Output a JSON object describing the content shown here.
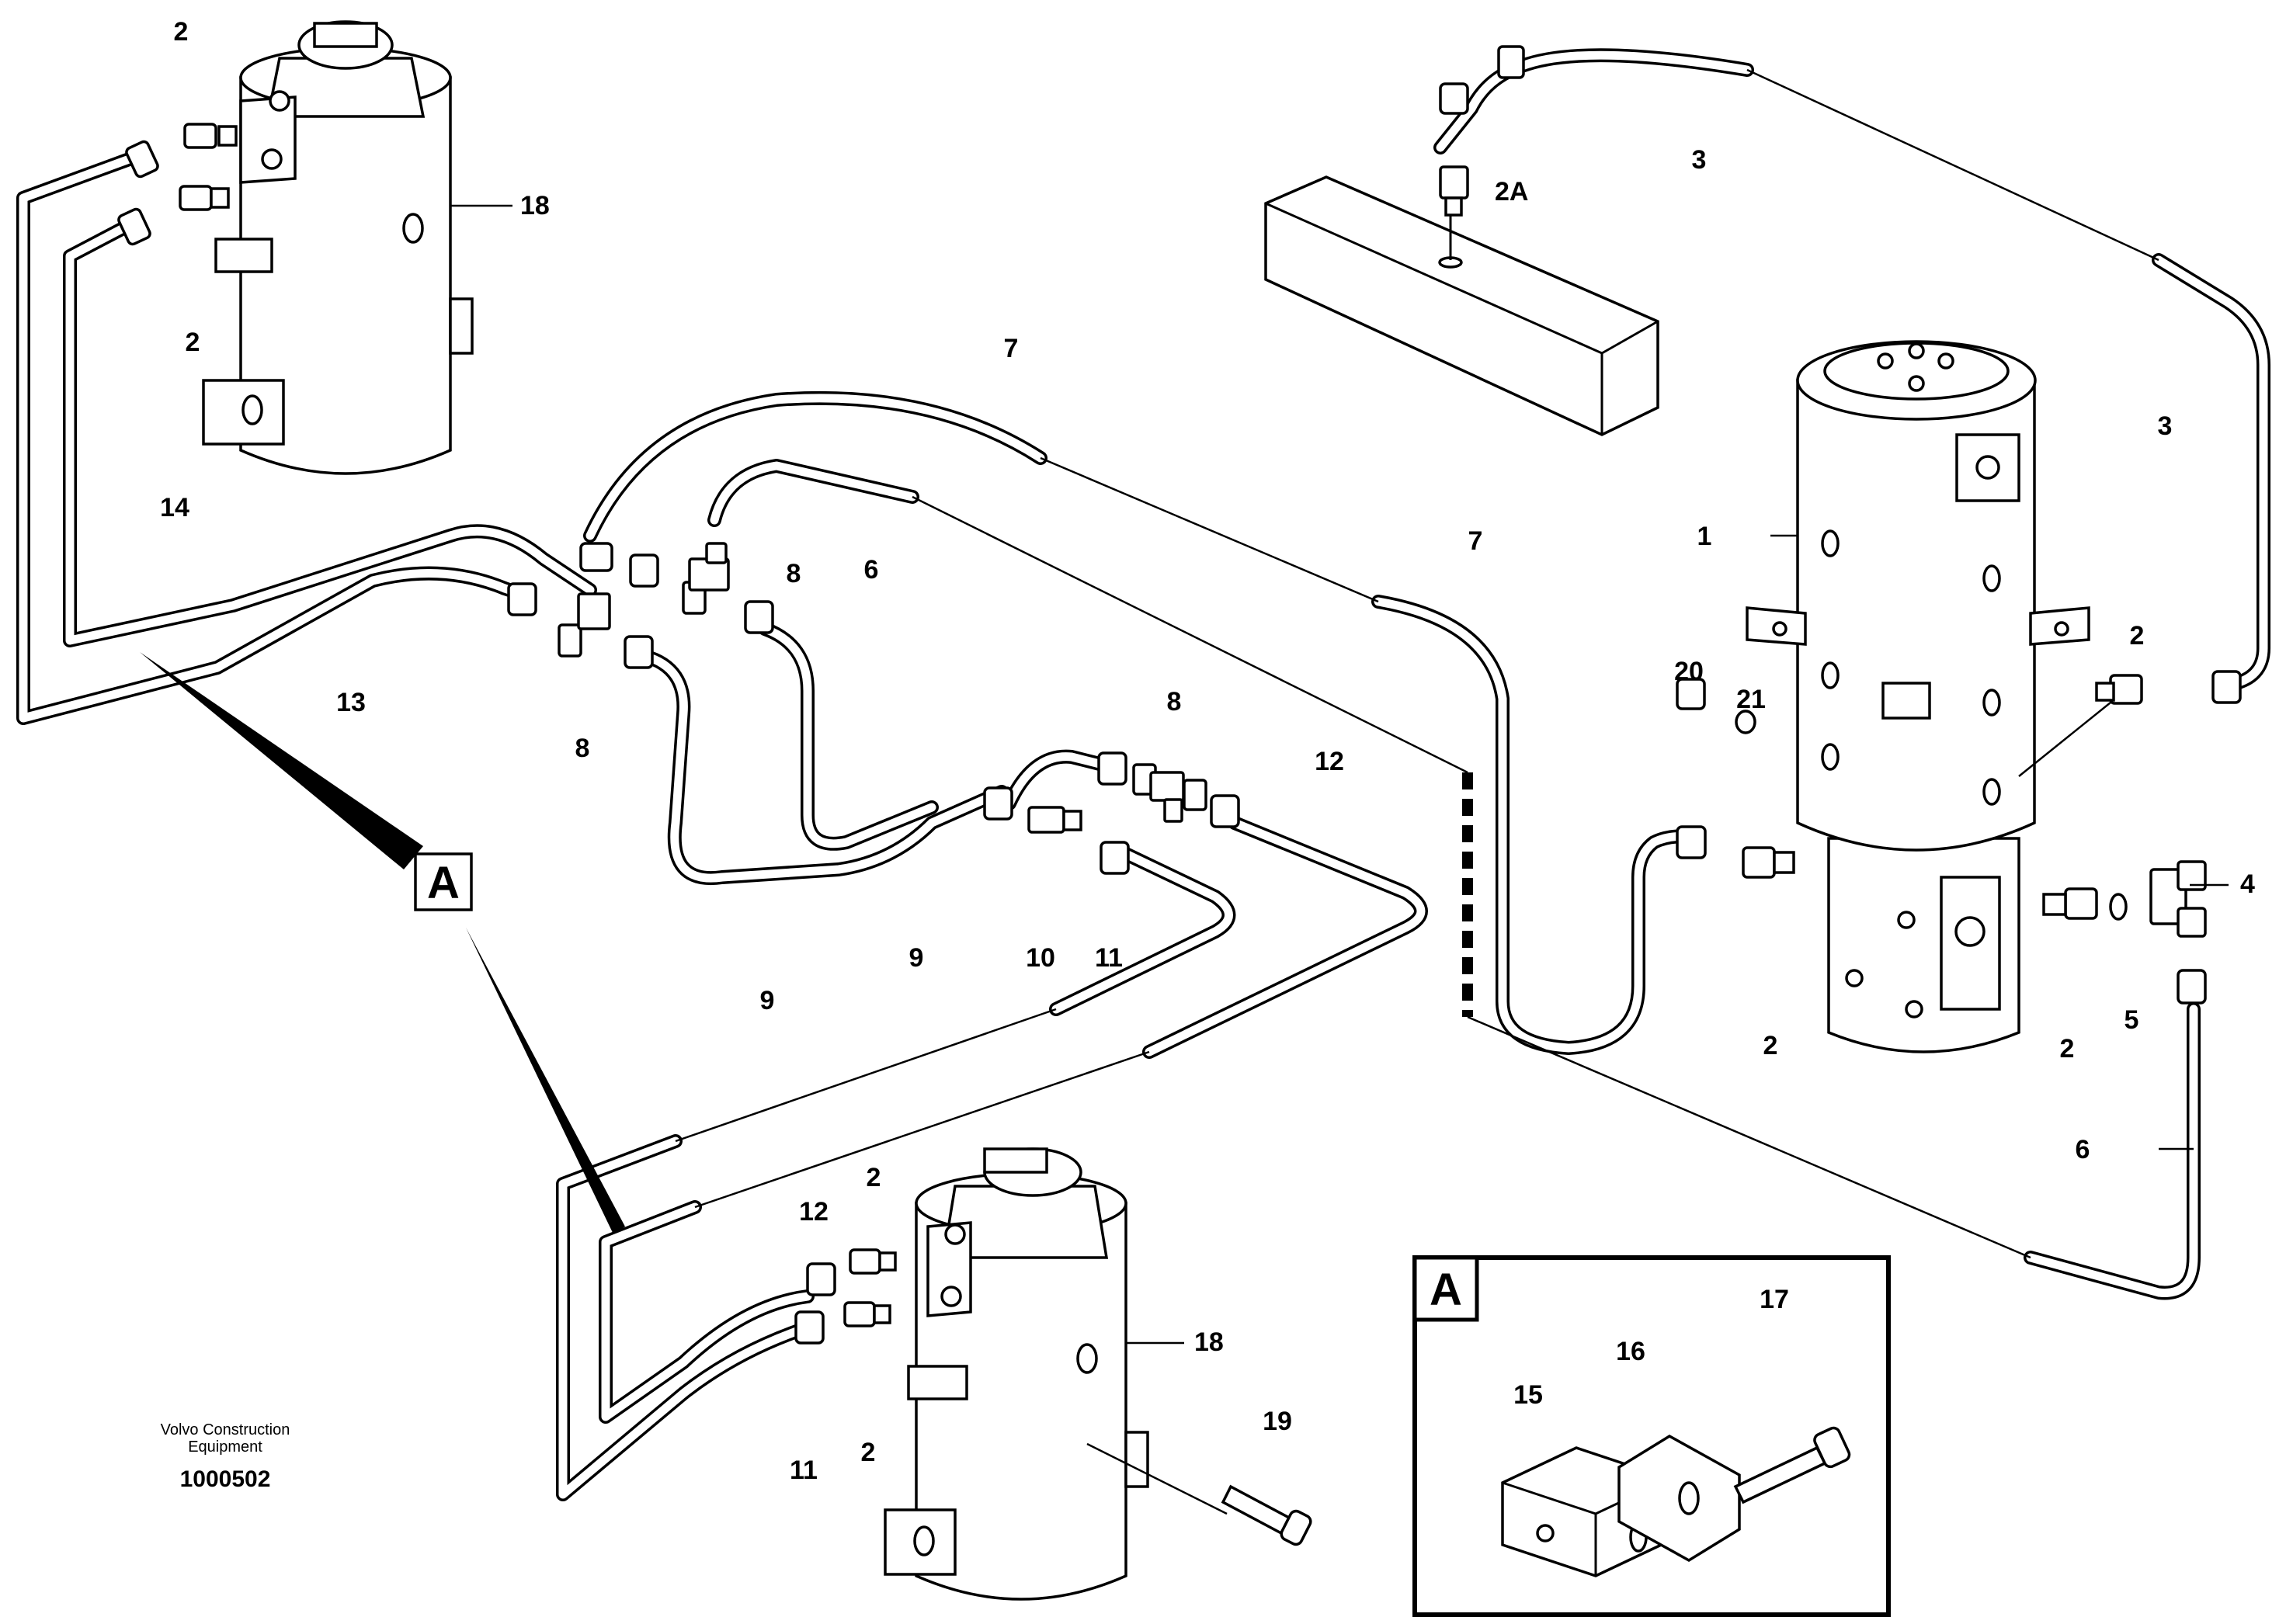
{
  "credit": {
    "line1": "Volvo Construction",
    "line2": "Equipment"
  },
  "doc_number": "1000502",
  "detail": {
    "title": "A",
    "labels": {
      "l15": "15",
      "l16": "16",
      "l17": "17"
    }
  },
  "callout_a": "A",
  "labels": {
    "l2_tl1": "2",
    "l2_tl2": "2",
    "l18_top": "18",
    "l14": "14",
    "l13": "13",
    "l8_a": "8",
    "l8_b": "8",
    "l8_c": "8",
    "l7_a": "7",
    "l7_b": "7",
    "l6_a": "6",
    "l6_b": "6",
    "l9_a": "9",
    "l9_b": "9",
    "l10": "10",
    "l11_a": "11",
    "l11_b": "11",
    "l12_a": "12",
    "l12_b": "12",
    "l3_a": "3",
    "l3_b": "3",
    "l2a": "2A",
    "l1": "1",
    "l20": "20",
    "l21": "21",
    "l2_r1": "2",
    "l2_r2": "2",
    "l2_r3": "2",
    "l4": "4",
    "l5": "5",
    "l2_b1": "2",
    "l2_b2": "2",
    "l18_bot": "18",
    "l19": "19"
  }
}
